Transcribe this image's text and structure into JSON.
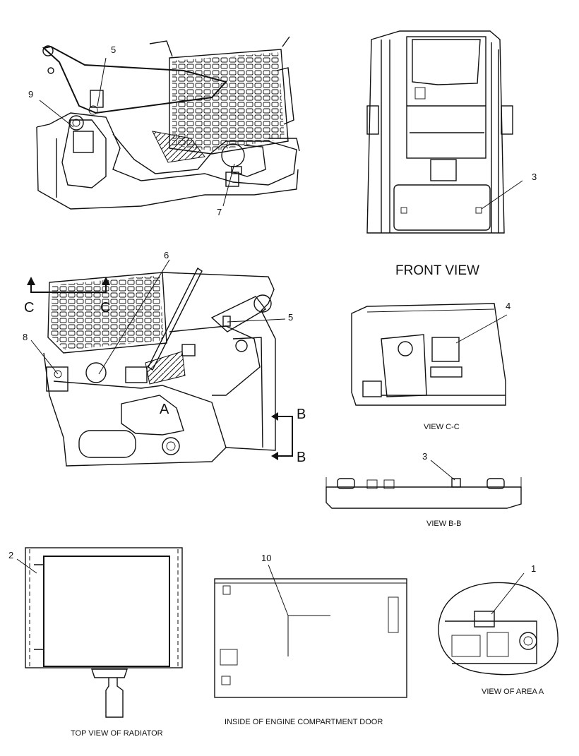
{
  "callouts": {
    "c1": "1",
    "c2": "2",
    "c3a": "3",
    "c3b": "3",
    "c4": "4",
    "c5a": "5",
    "c5b": "5",
    "c6": "6",
    "c7": "7",
    "c8": "8",
    "c9": "9",
    "c10": "10"
  },
  "section_marks": {
    "c_left": "C",
    "c_right": "C",
    "a": "A",
    "b_top": "B",
    "b_bottom": "B"
  },
  "captions": {
    "front_view": "FRONT VIEW",
    "view_cc": "VIEW C-C",
    "view_bb": "VIEW B-B",
    "radiator": "TOP VIEW OF RADIATOR",
    "engine_door": "INSIDE OF ENGINE COMPARTMENT DOOR",
    "area_a": "VIEW  OF AREA A"
  }
}
